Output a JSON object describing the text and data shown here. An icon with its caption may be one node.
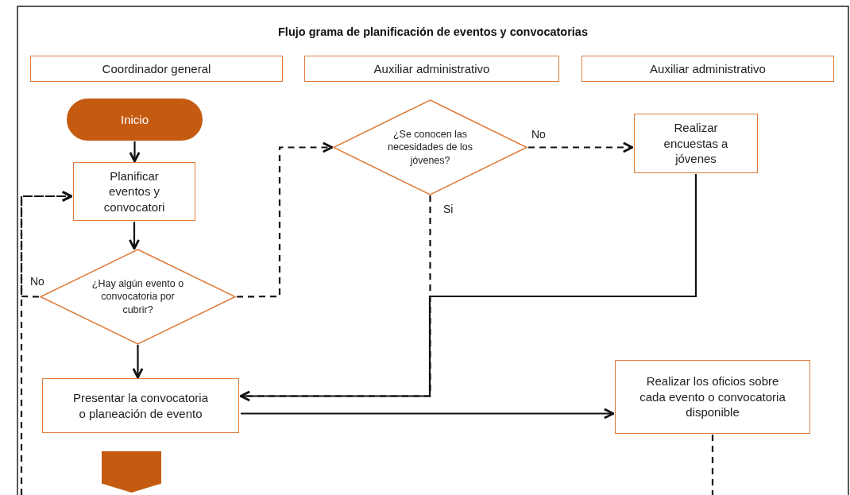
{
  "diagram": {
    "title": "Flujo grama de planificación de eventos y convocatorias",
    "nodes": [
      {
        "text": [
          "Coordinador general"
        ]
      },
      {
        "text": [
          "Auxiliar administrativo"
        ]
      },
      {
        "text": [
          "Auxiliar administrativo"
        ]
      },
      {
        "text": [
          "Inicio"
        ]
      },
      {
        "text": [
          "Planificar eventos y convocatori"
        ]
      },
      {
        "text": [
          "¿Hay algún evento o convocatoria por cubrir?"
        ]
      },
      {
        "text": [
          "¿Se conocen las necesidades de los jóvenes?"
        ]
      },
      {
        "text": [
          "Realizar encuestas a jóvenes"
        ]
      },
      {
        "text": [
          "Presentar la convocatoria o planeación de evento"
        ]
      },
      {
        "text": [
          "Realizar los oficios sobre cada evento o convocatoria disponible"
        ]
      },
      {
        "text": [],
        "shape": "pentagon"
      }
    ],
    "edges": [
      {
        "from": 3,
        "to": 4,
        "arrow": "to"
      },
      {
        "from": 4,
        "to": 5,
        "arrow": "to"
      },
      {
        "from": 5,
        "to": 6,
        "arrow": "to",
        "style": "dashed"
      },
      {
        "from": 5,
        "to": 8,
        "arrow": "to"
      },
      {
        "from": 5,
        "to": 4,
        "arrow": "to",
        "style": "dashed",
        "label": "No"
      },
      {
        "from": null,
        "to": 4,
        "arrow": "to",
        "style": "dashed"
      },
      {
        "from": 6,
        "to": 7,
        "arrow": "to",
        "style": "dashed",
        "label": "No"
      },
      {
        "from": 6,
        "to": 8,
        "arrow": "to",
        "style": "dashed",
        "label": "Si"
      },
      {
        "from": 7,
        "to": 8,
        "arrow": "none"
      },
      {
        "from": 8,
        "to": 9,
        "arrow": "to"
      },
      {
        "from": 9,
        "to": null,
        "arrow": "none",
        "style": "dashed"
      }
    ]
  }
}
